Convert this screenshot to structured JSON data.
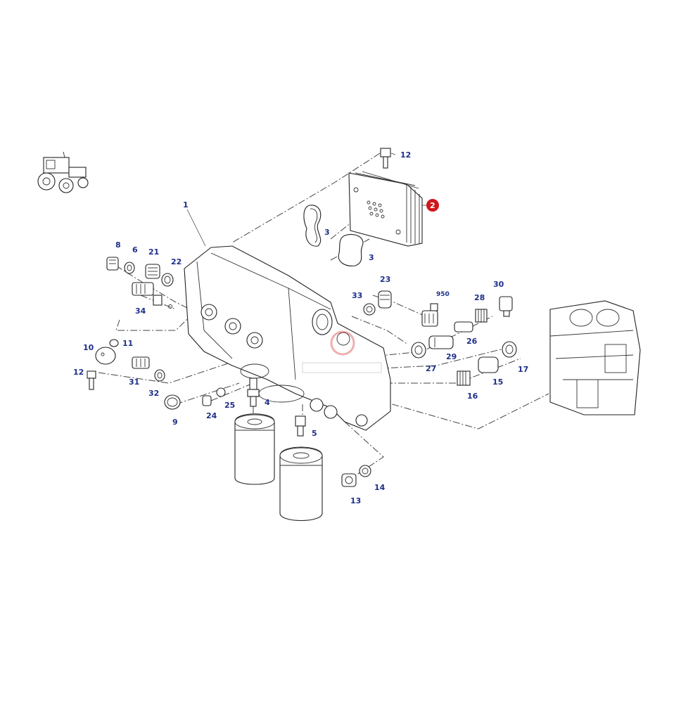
{
  "diagram": {
    "callouts": [
      {
        "id": "c1",
        "text": "1"
      },
      {
        "id": "c2",
        "text": "2"
      },
      {
        "id": "c3a",
        "text": "3"
      },
      {
        "id": "c3b",
        "text": "3"
      },
      {
        "id": "c4",
        "text": "4"
      },
      {
        "id": "c5",
        "text": "5"
      },
      {
        "id": "c6",
        "text": "6"
      },
      {
        "id": "c8",
        "text": "8"
      },
      {
        "id": "c9",
        "text": "9"
      },
      {
        "id": "c10",
        "text": "10"
      },
      {
        "id": "c11",
        "text": "11"
      },
      {
        "id": "c12a",
        "text": "12"
      },
      {
        "id": "c12b",
        "text": "12"
      },
      {
        "id": "c13",
        "text": "13"
      },
      {
        "id": "c14",
        "text": "14"
      },
      {
        "id": "c15",
        "text": "15"
      },
      {
        "id": "c16",
        "text": "16"
      },
      {
        "id": "c17",
        "text": "17"
      },
      {
        "id": "c21",
        "text": "21"
      },
      {
        "id": "c22",
        "text": "22"
      },
      {
        "id": "c23",
        "text": "23"
      },
      {
        "id": "c24",
        "text": "24"
      },
      {
        "id": "c25",
        "text": "25"
      },
      {
        "id": "c26",
        "text": "26"
      },
      {
        "id": "c27",
        "text": "27"
      },
      {
        "id": "c28",
        "text": "28"
      },
      {
        "id": "c29",
        "text": "29"
      },
      {
        "id": "c30",
        "text": "30"
      },
      {
        "id": "c31",
        "text": "31"
      },
      {
        "id": "c32",
        "text": "32"
      },
      {
        "id": "c33",
        "text": "33"
      },
      {
        "id": "c34",
        "text": "34"
      },
      {
        "id": "c950",
        "text": "950"
      }
    ],
    "highlight_color": "#d0161b",
    "label_color": "#1f2f8a",
    "icons": [
      "tractor-icon",
      "engine-block-icon",
      "watermark-logo"
    ]
  }
}
